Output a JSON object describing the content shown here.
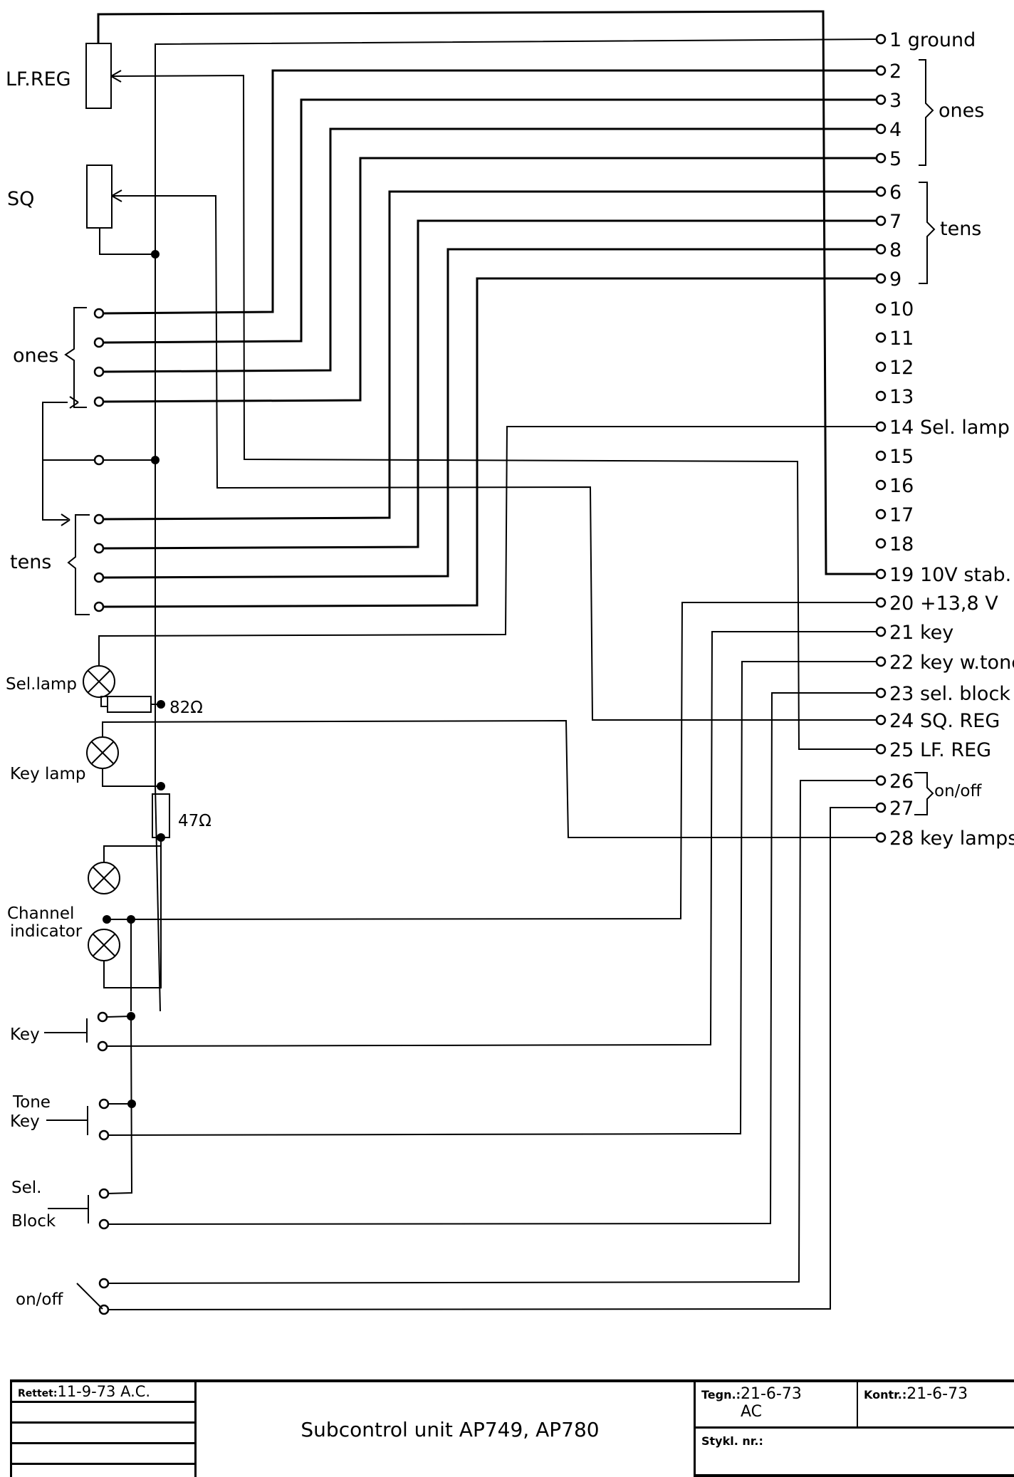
{
  "drawing": {
    "title": "Subcontrol unit   AP749, AP780",
    "components": {
      "lf_reg": "LF.REG",
      "sq": "SQ",
      "ones": "ones",
      "tens": "tens",
      "sel_lamp": "Sel.lamp",
      "resistor_82": "82Ω",
      "key_lamp": "Key lamp",
      "resistor_47": "47Ω",
      "channel_indicator_1": "Channel",
      "channel_indicator_2": "indicator",
      "key": "Key",
      "tone_key_1": "Tone",
      "tone_key_2": "Key",
      "sel_block_1": "Sel.",
      "sel_block_2": "Block",
      "on_off": "on/off"
    },
    "connector": {
      "pins": [
        {
          "number": "1",
          "label": "ground"
        },
        {
          "number": "2",
          "label": ""
        },
        {
          "number": "3",
          "label": ""
        },
        {
          "number": "4",
          "label": ""
        },
        {
          "number": "5",
          "label": ""
        },
        {
          "number": "6",
          "label": ""
        },
        {
          "number": "7",
          "label": ""
        },
        {
          "number": "8",
          "label": ""
        },
        {
          "number": "9",
          "label": ""
        },
        {
          "number": "10",
          "label": ""
        },
        {
          "number": "11",
          "label": ""
        },
        {
          "number": "12",
          "label": ""
        },
        {
          "number": "13",
          "label": ""
        },
        {
          "number": "14",
          "label": "Sel. lamp"
        },
        {
          "number": "15",
          "label": ""
        },
        {
          "number": "16",
          "label": ""
        },
        {
          "number": "17",
          "label": ""
        },
        {
          "number": "18",
          "label": ""
        },
        {
          "number": "19",
          "label": "10V stab."
        },
        {
          "number": "20",
          "label": "+13,8 V"
        },
        {
          "number": "21",
          "label": "key"
        },
        {
          "number": "22",
          "label": "key w.tone"
        },
        {
          "number": "23",
          "label": "sel. block"
        },
        {
          "number": "24",
          "label": "SQ. REG"
        },
        {
          "number": "25",
          "label": "LF. REG"
        },
        {
          "number": "26",
          "label": ""
        },
        {
          "number": "27",
          "label": ""
        },
        {
          "number": "28",
          "label": "key lamps"
        }
      ],
      "groups": {
        "ones": "ones",
        "tens": "tens",
        "on_off": "on/off"
      }
    }
  },
  "title_block": {
    "rettet_label": "Rettet:",
    "rettet_value": "11-9-73 A.C.",
    "title": "Subcontrol unit   AP749, AP780",
    "tegn_label": "Tegn.:",
    "tegn_value": "21-6-73",
    "tegn_initials": "AC",
    "kontr_label": "Kontr.:",
    "kontr_value": "21-6-73",
    "stykl_label": "Stykl. nr.:",
    "stykl_value": ""
  }
}
